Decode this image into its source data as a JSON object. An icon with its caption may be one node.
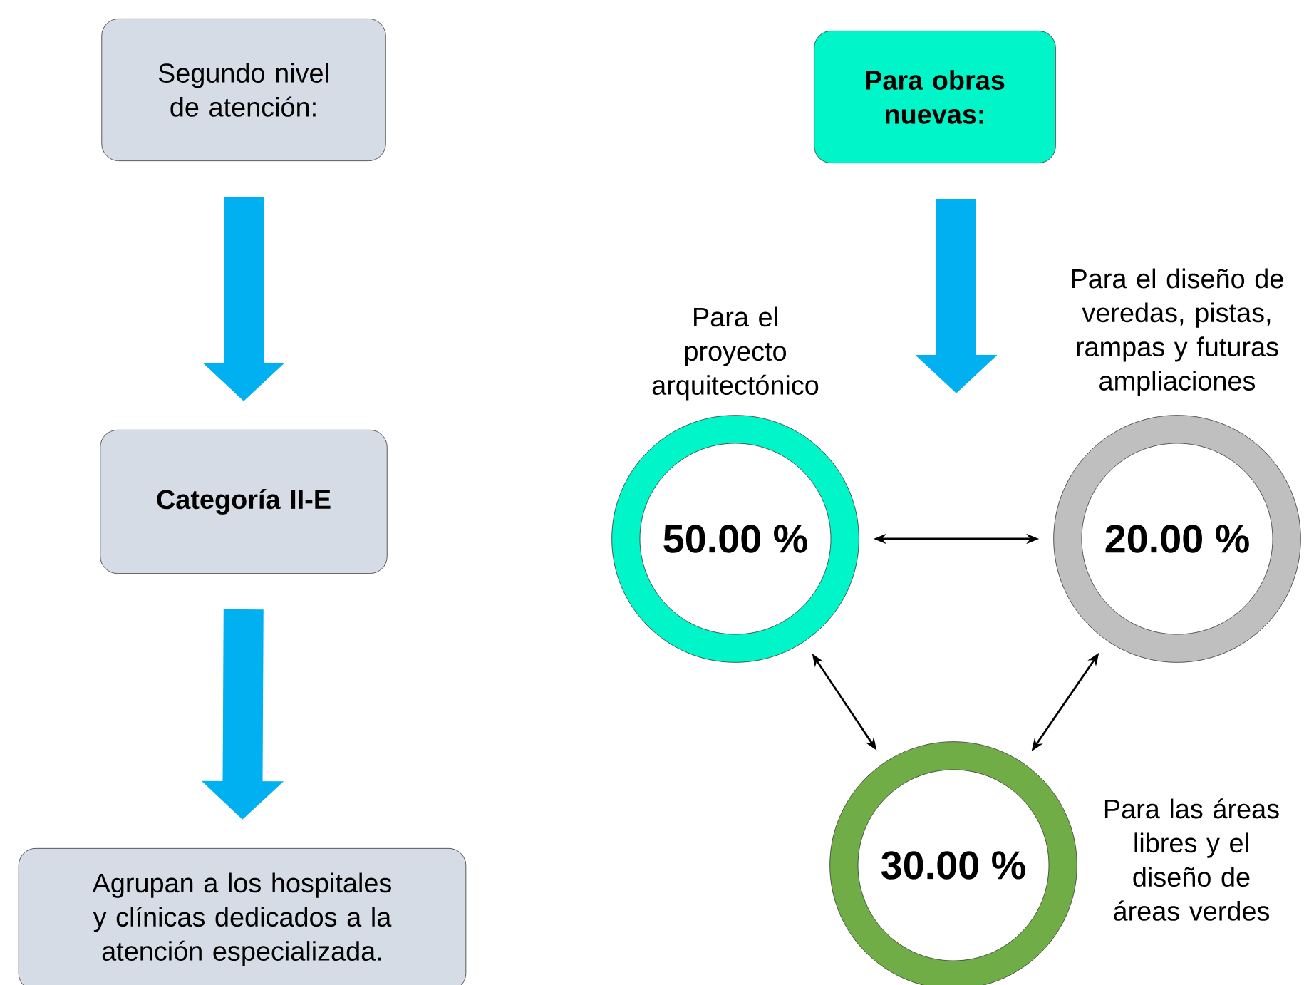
{
  "diagram": {
    "nodes": [
      {
        "text": [
          "Segundo nivel de atención:"
        ]
      },
      {
        "text": [
          "Categoría II-E"
        ]
      },
      {
        "text": [
          "Agrupan a los hospitales y clínicas dedicados a la atención especializada."
        ]
      },
      {
        "text": [
          "Para obras nuevas:"
        ]
      },
      {
        "text": [
          "50.00 %"
        ],
        "beside": [
          "Para el proyecto arquitectónico"
        ]
      },
      {
        "text": [
          "20.00 %"
        ],
        "beside": [
          "Para el diseño de veredas, pistas, rampas y futuras ampliaciones"
        ]
      },
      {
        "text": [
          "30.00 %"
        ],
        "beside": [
          "Para las áreas libres y el diseño de áreas verdes"
        ]
      }
    ],
    "edges": [
      {
        "from": 0,
        "to": 1,
        "arrow": "to",
        "style": "thick",
        "color": "#00b0f0"
      },
      {
        "from": 1,
        "to": 2,
        "arrow": "to",
        "style": "thick",
        "color": "#00b0f0"
      },
      {
        "from": 3,
        "to": null,
        "arrow": "to",
        "style": "thick",
        "color": "#00b0f0"
      },
      {
        "from": 4,
        "to": 5,
        "arrow": "both",
        "color": "#000000"
      },
      {
        "from": 4,
        "to": 6,
        "arrow": "both",
        "color": "#000000"
      },
      {
        "from": 5,
        "to": 6,
        "arrow": "both",
        "color": "#000000"
      }
    ]
  }
}
